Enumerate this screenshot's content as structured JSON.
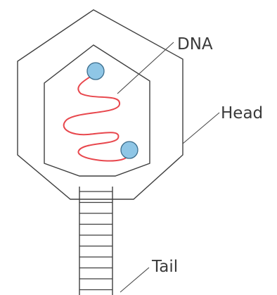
{
  "labels": {
    "dna": "DNA",
    "head": "Head",
    "tail": "Tail"
  },
  "colors": {
    "outline": "#3f3f3f",
    "dna_strand": "#e8474d",
    "dna_end_fill": "#8fc6e6",
    "label_text": "#3a3a3a"
  }
}
